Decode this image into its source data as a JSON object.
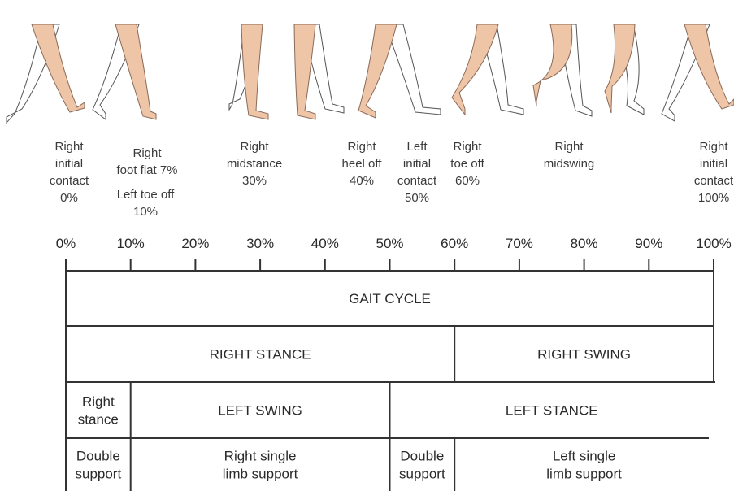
{
  "figure_colors": {
    "right_limb": "#efc5a8",
    "left_limb_outline": "#555555",
    "lines": "#333333",
    "text": "#2a2a2a"
  },
  "axis": {
    "ticks": [
      "0%",
      "10%",
      "20%",
      "30%",
      "40%",
      "50%",
      "60%",
      "70%",
      "80%",
      "90%",
      "100%"
    ]
  },
  "events": [
    {
      "lines": [
        "Right",
        "initial",
        "contact",
        "0%"
      ]
    },
    {
      "lines": [
        "Right",
        "foot flat 7%"
      ]
    },
    {
      "lines": [
        "Left toe off",
        "10%"
      ]
    },
    {
      "lines": [
        "Right",
        "midstance",
        "30%"
      ]
    },
    {
      "lines": [
        "Right",
        "heel off",
        "40%"
      ]
    },
    {
      "lines": [
        "Left",
        "initial",
        "contact",
        "50%"
      ]
    },
    {
      "lines": [
        "Right",
        "toe off",
        "60%"
      ]
    },
    {
      "lines": [
        "Right",
        "midswing"
      ]
    },
    {
      "lines": [
        "Right",
        "initial",
        "contact",
        "100%"
      ]
    }
  ],
  "rows": [
    {
      "cells": [
        {
          "label": [
            "GAIT CYCLE"
          ]
        }
      ]
    },
    {
      "cells": [
        {
          "label": [
            "RIGHT STANCE"
          ]
        },
        {
          "label": [
            "RIGHT SWING"
          ]
        }
      ]
    },
    {
      "cells": [
        {
          "label": [
            "Right",
            "stance"
          ]
        },
        {
          "label": [
            "LEFT SWING"
          ]
        },
        {
          "label": [
            "LEFT STANCE"
          ]
        }
      ]
    },
    {
      "cells": [
        {
          "label": [
            "Double",
            "support"
          ]
        },
        {
          "label": [
            "Right single",
            "limb support"
          ]
        },
        {
          "label": [
            "Double",
            "support"
          ]
        },
        {
          "label": [
            "Left single",
            "limb support"
          ]
        }
      ]
    }
  ]
}
